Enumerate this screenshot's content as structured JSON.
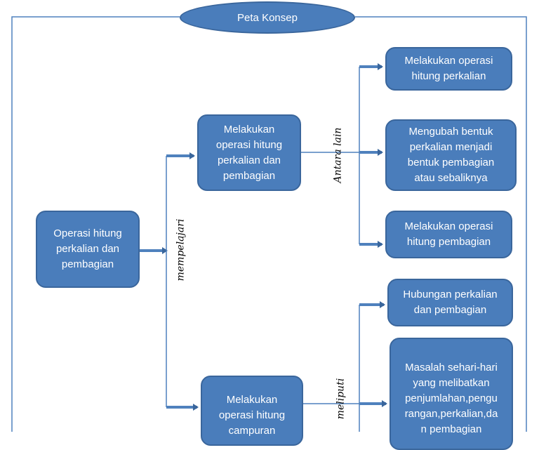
{
  "title": "Peta Konsep",
  "nodes": {
    "root": "Operasi hitung\nperkalian dan\npembagian",
    "multiply_divide": "Melakukan\noperasi hitung\nperkalian dan\npembagian",
    "mixed": "Melakukan\noperasi hitung\ncampuran",
    "r1": "Melakukan operasi\nhitung perkalian",
    "r2": "Mengubah bentuk\nperkalian menjadi\nbentuk pembagian\natau sebaliknya",
    "r3": "Melakukan operasi\nhitung pembagian",
    "r4": "Hubungan perkalian\ndan pembagian",
    "r5": "Masalah sehari-hari\nyang melibatkan\npenjumlahan,pengu\nrangan,perkalian,da\nn pembagian"
  },
  "edge_labels": {
    "mempelajari": "mempelajari",
    "antara_lain": "Antara lain",
    "meliputi": "meliputi"
  },
  "colors": {
    "node_fill": "#4a7dbb",
    "node_border": "#3a669c",
    "connector": "#4f81bd",
    "frame": "#4f81bd"
  }
}
